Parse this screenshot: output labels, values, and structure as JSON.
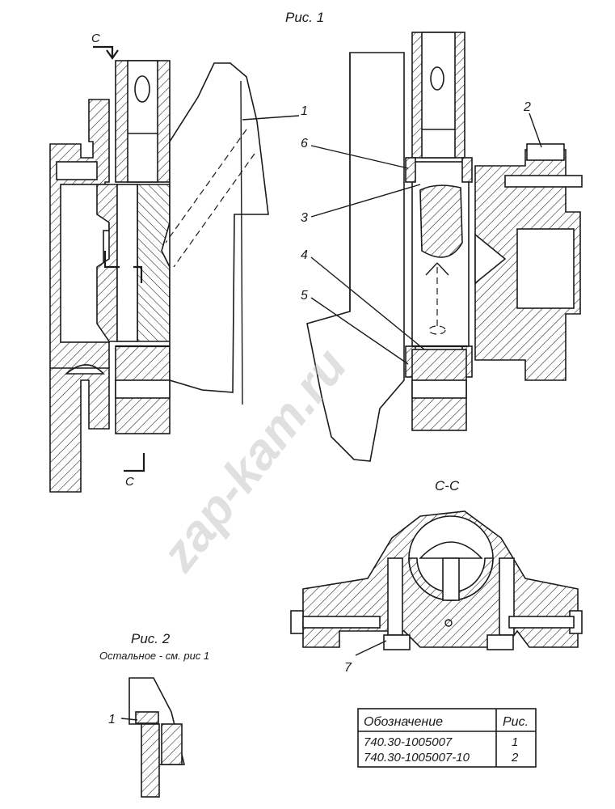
{
  "fig1": {
    "title": "Рис. 1"
  },
  "fig2": {
    "title": "Рис. 2",
    "note": "Остальное - см. рис 1"
  },
  "section": {
    "mark_top": "C",
    "mark_bottom": "C",
    "view_title": "С-С"
  },
  "callouts": {
    "c1": "1",
    "c2": "2",
    "c3": "3",
    "c4": "4",
    "c5": "5",
    "c6": "6",
    "c7": "7",
    "c1_fig2": "1"
  },
  "table": {
    "headers": [
      "Обозначение",
      "Рис."
    ],
    "rows": [
      [
        "740.30-1005007",
        "1"
      ],
      [
        "740.30-1005007-10",
        "2"
      ]
    ]
  },
  "watermark": "zap-kam.ru",
  "colors": {
    "line": "#1a1a1a",
    "watermark": "#c8c8c8",
    "background": "#ffffff"
  }
}
